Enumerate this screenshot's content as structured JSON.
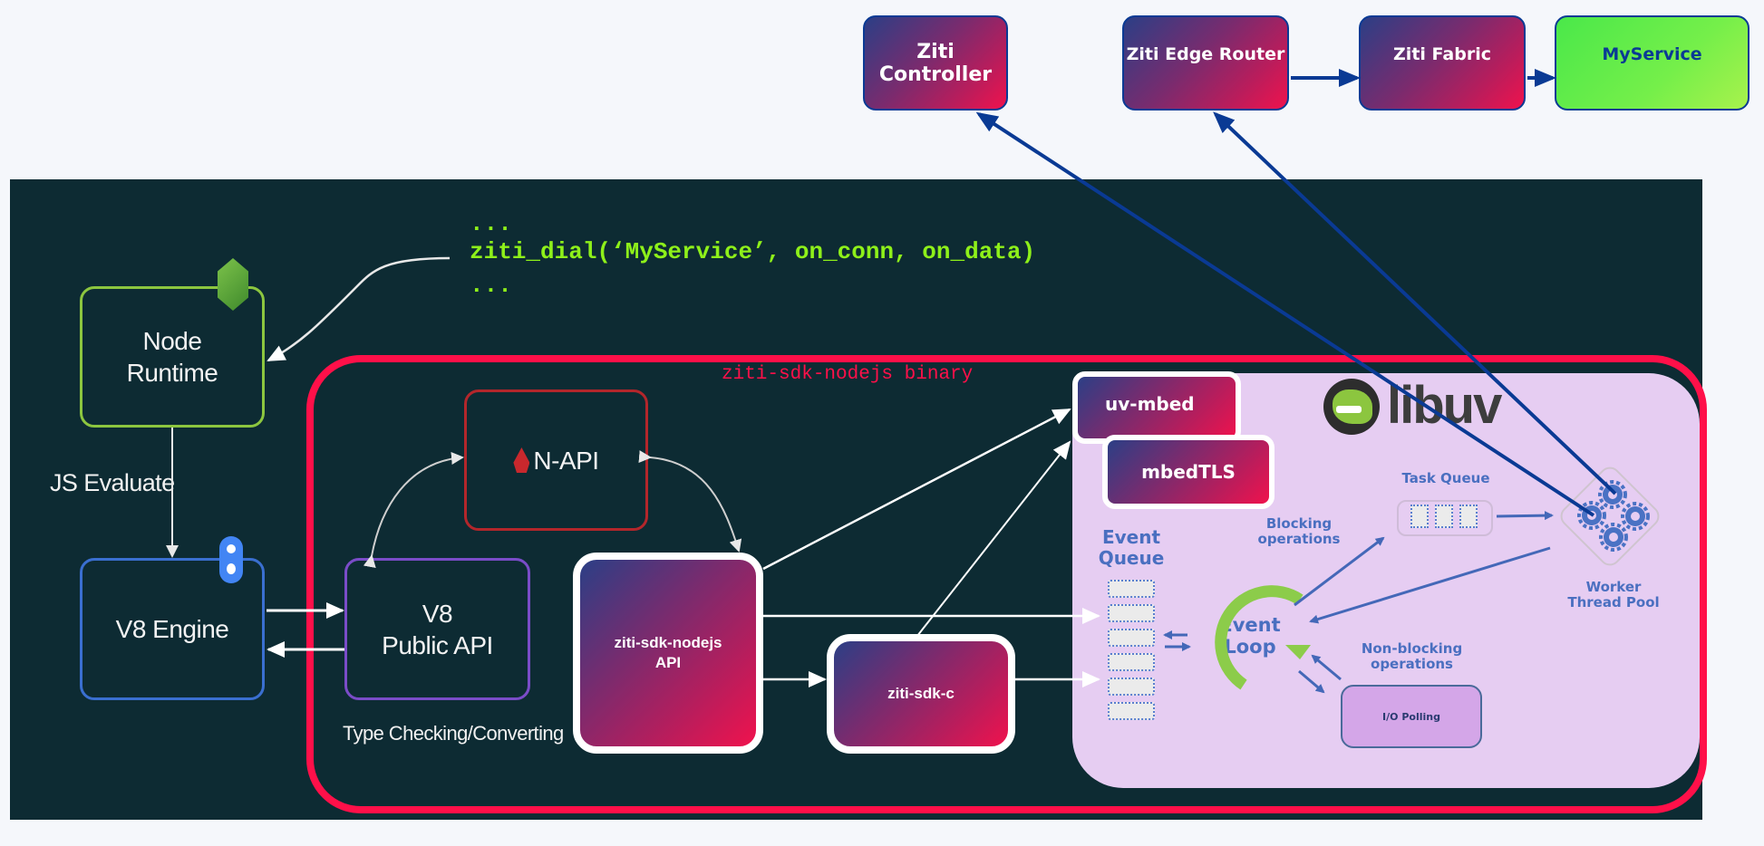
{
  "top_flow": {
    "controller": "Ziti Controller",
    "edge_router": "Ziti Edge Router",
    "fabric": "Ziti Fabric",
    "service": "MyService"
  },
  "code": {
    "ellipsis_top": "...",
    "call": "ziti_dial(‘MyService’, on_conn, on_data)",
    "ellipsis_bottom": "..."
  },
  "node": {
    "runtime": "Node\nRuntime",
    "js_evaluate": "JS Evaluate",
    "v8_engine": "V8 Engine",
    "v8_public_api": "V8\nPublic API",
    "type_checking": "Type Checking/Converting",
    "napi": "N-API"
  },
  "binary": {
    "title": "ziti-sdk-nodejs binary",
    "sdk_nodejs_api": "ziti-sdk-nodejs\nAPI",
    "sdk_c": "ziti-sdk-c",
    "uv_mbed": "uv-mbed",
    "mbedtls": "mbedTLS"
  },
  "libuv": {
    "logo_text": "libuv",
    "event_queue": "Event\nQueue",
    "event_loop": "Event\nLoop",
    "blocking": "Blocking\noperations",
    "non_blocking": "Non-blocking\noperations",
    "task_queue": "Task Queue",
    "worker_pool": "Worker\nThread Pool",
    "io_polling": "I/O Polling"
  },
  "colors": {
    "panel_bg": "#0d2b33",
    "binary_frame": "#ff1049",
    "libuv_bg": "#e6cdf2",
    "code_green": "#8ef01a",
    "arrow_blue": "#0a3a94",
    "libuv_text": "#4a6fc0"
  }
}
